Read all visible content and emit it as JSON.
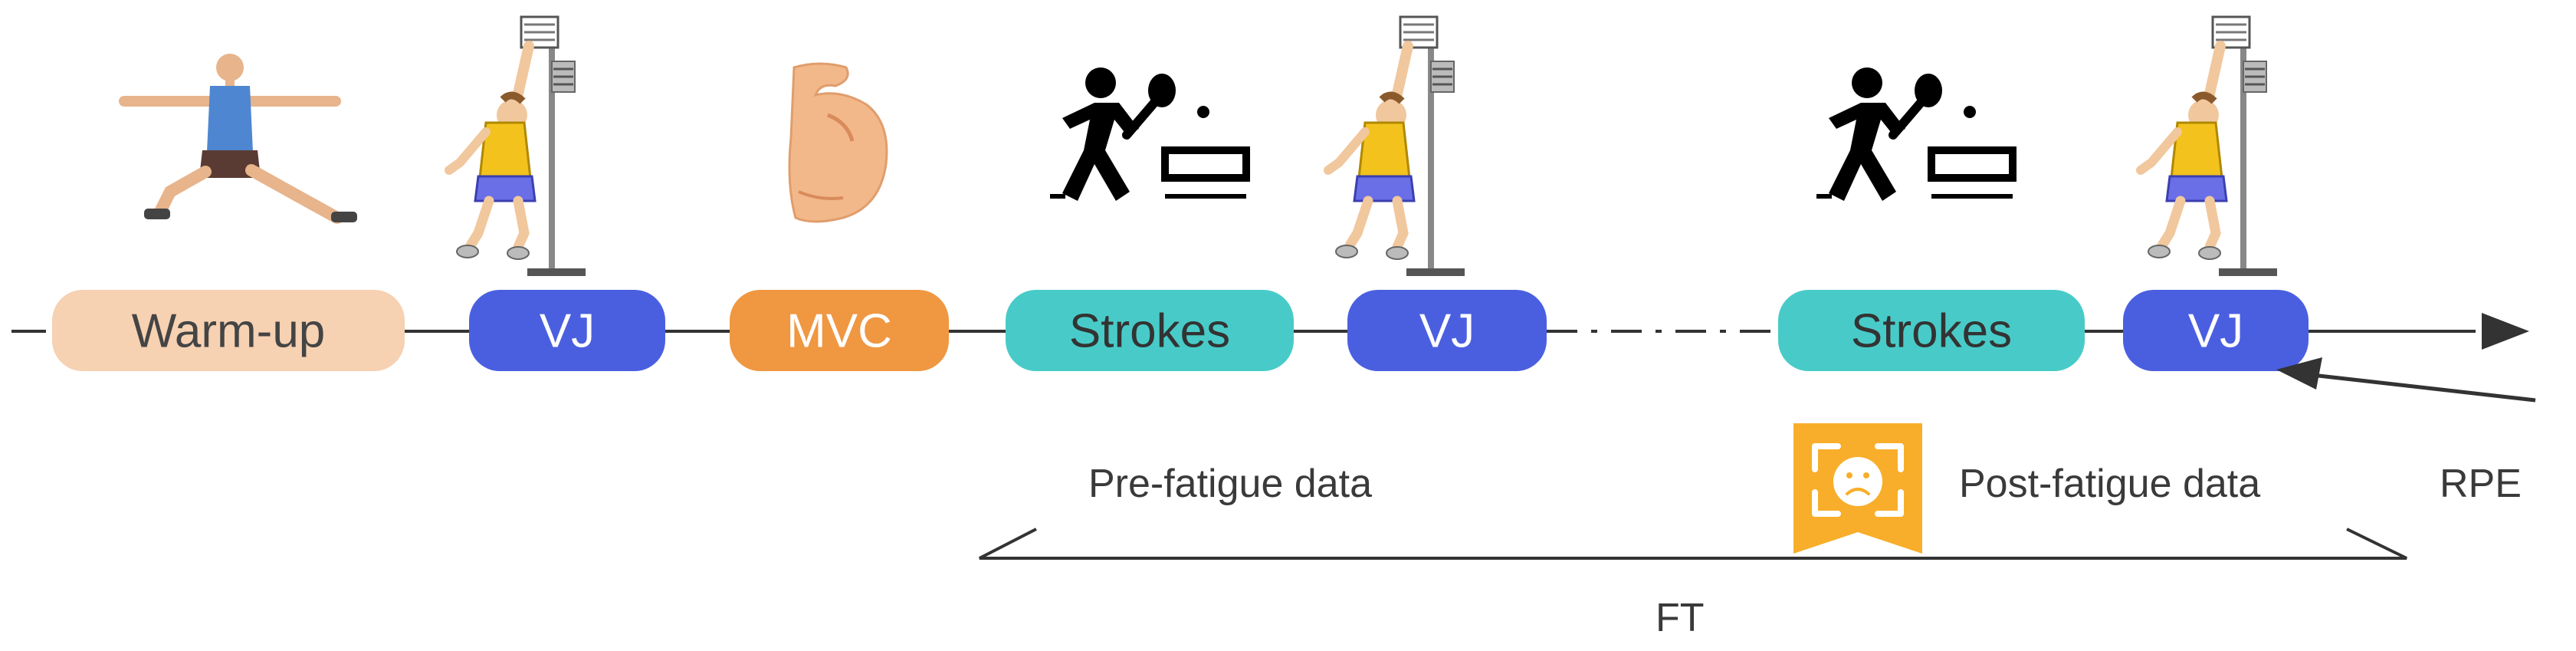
{
  "timeline": {
    "steps": [
      {
        "label": "Warm-up",
        "fill": "#f6d1b2",
        "text_color": "#444444",
        "icon": "stretching-person-icon"
      },
      {
        "label": "VJ",
        "fill": "#4a5fe0",
        "text_color": "#ffffff",
        "icon": "vertical-jump-icon"
      },
      {
        "label": "MVC",
        "fill": "#ef9741",
        "text_color": "#ffffff",
        "icon": "flexed-biceps-icon"
      },
      {
        "label": "Strokes",
        "fill": "#48cbc8",
        "text_color": "#333333",
        "icon": "table-tennis-player-icon"
      },
      {
        "label": "VJ",
        "fill": "#4a5fe0",
        "text_color": "#ffffff",
        "icon": "vertical-jump-icon"
      },
      {
        "label": "Strokes",
        "fill": "#48cbc8",
        "text_color": "#333333",
        "icon": "table-tennis-player-icon"
      },
      {
        "label": "VJ",
        "fill": "#4a5fe0",
        "text_color": "#ffffff",
        "icon": "vertical-jump-icon"
      }
    ]
  },
  "annotations": {
    "pre_fatigue": "Pre-fatigue data",
    "post_fatigue": "Post-fatigue data",
    "rpe": "RPE",
    "ft": "FT"
  },
  "colors": {
    "line": "#333333",
    "rpe_badge": "#f8ae2a"
  }
}
